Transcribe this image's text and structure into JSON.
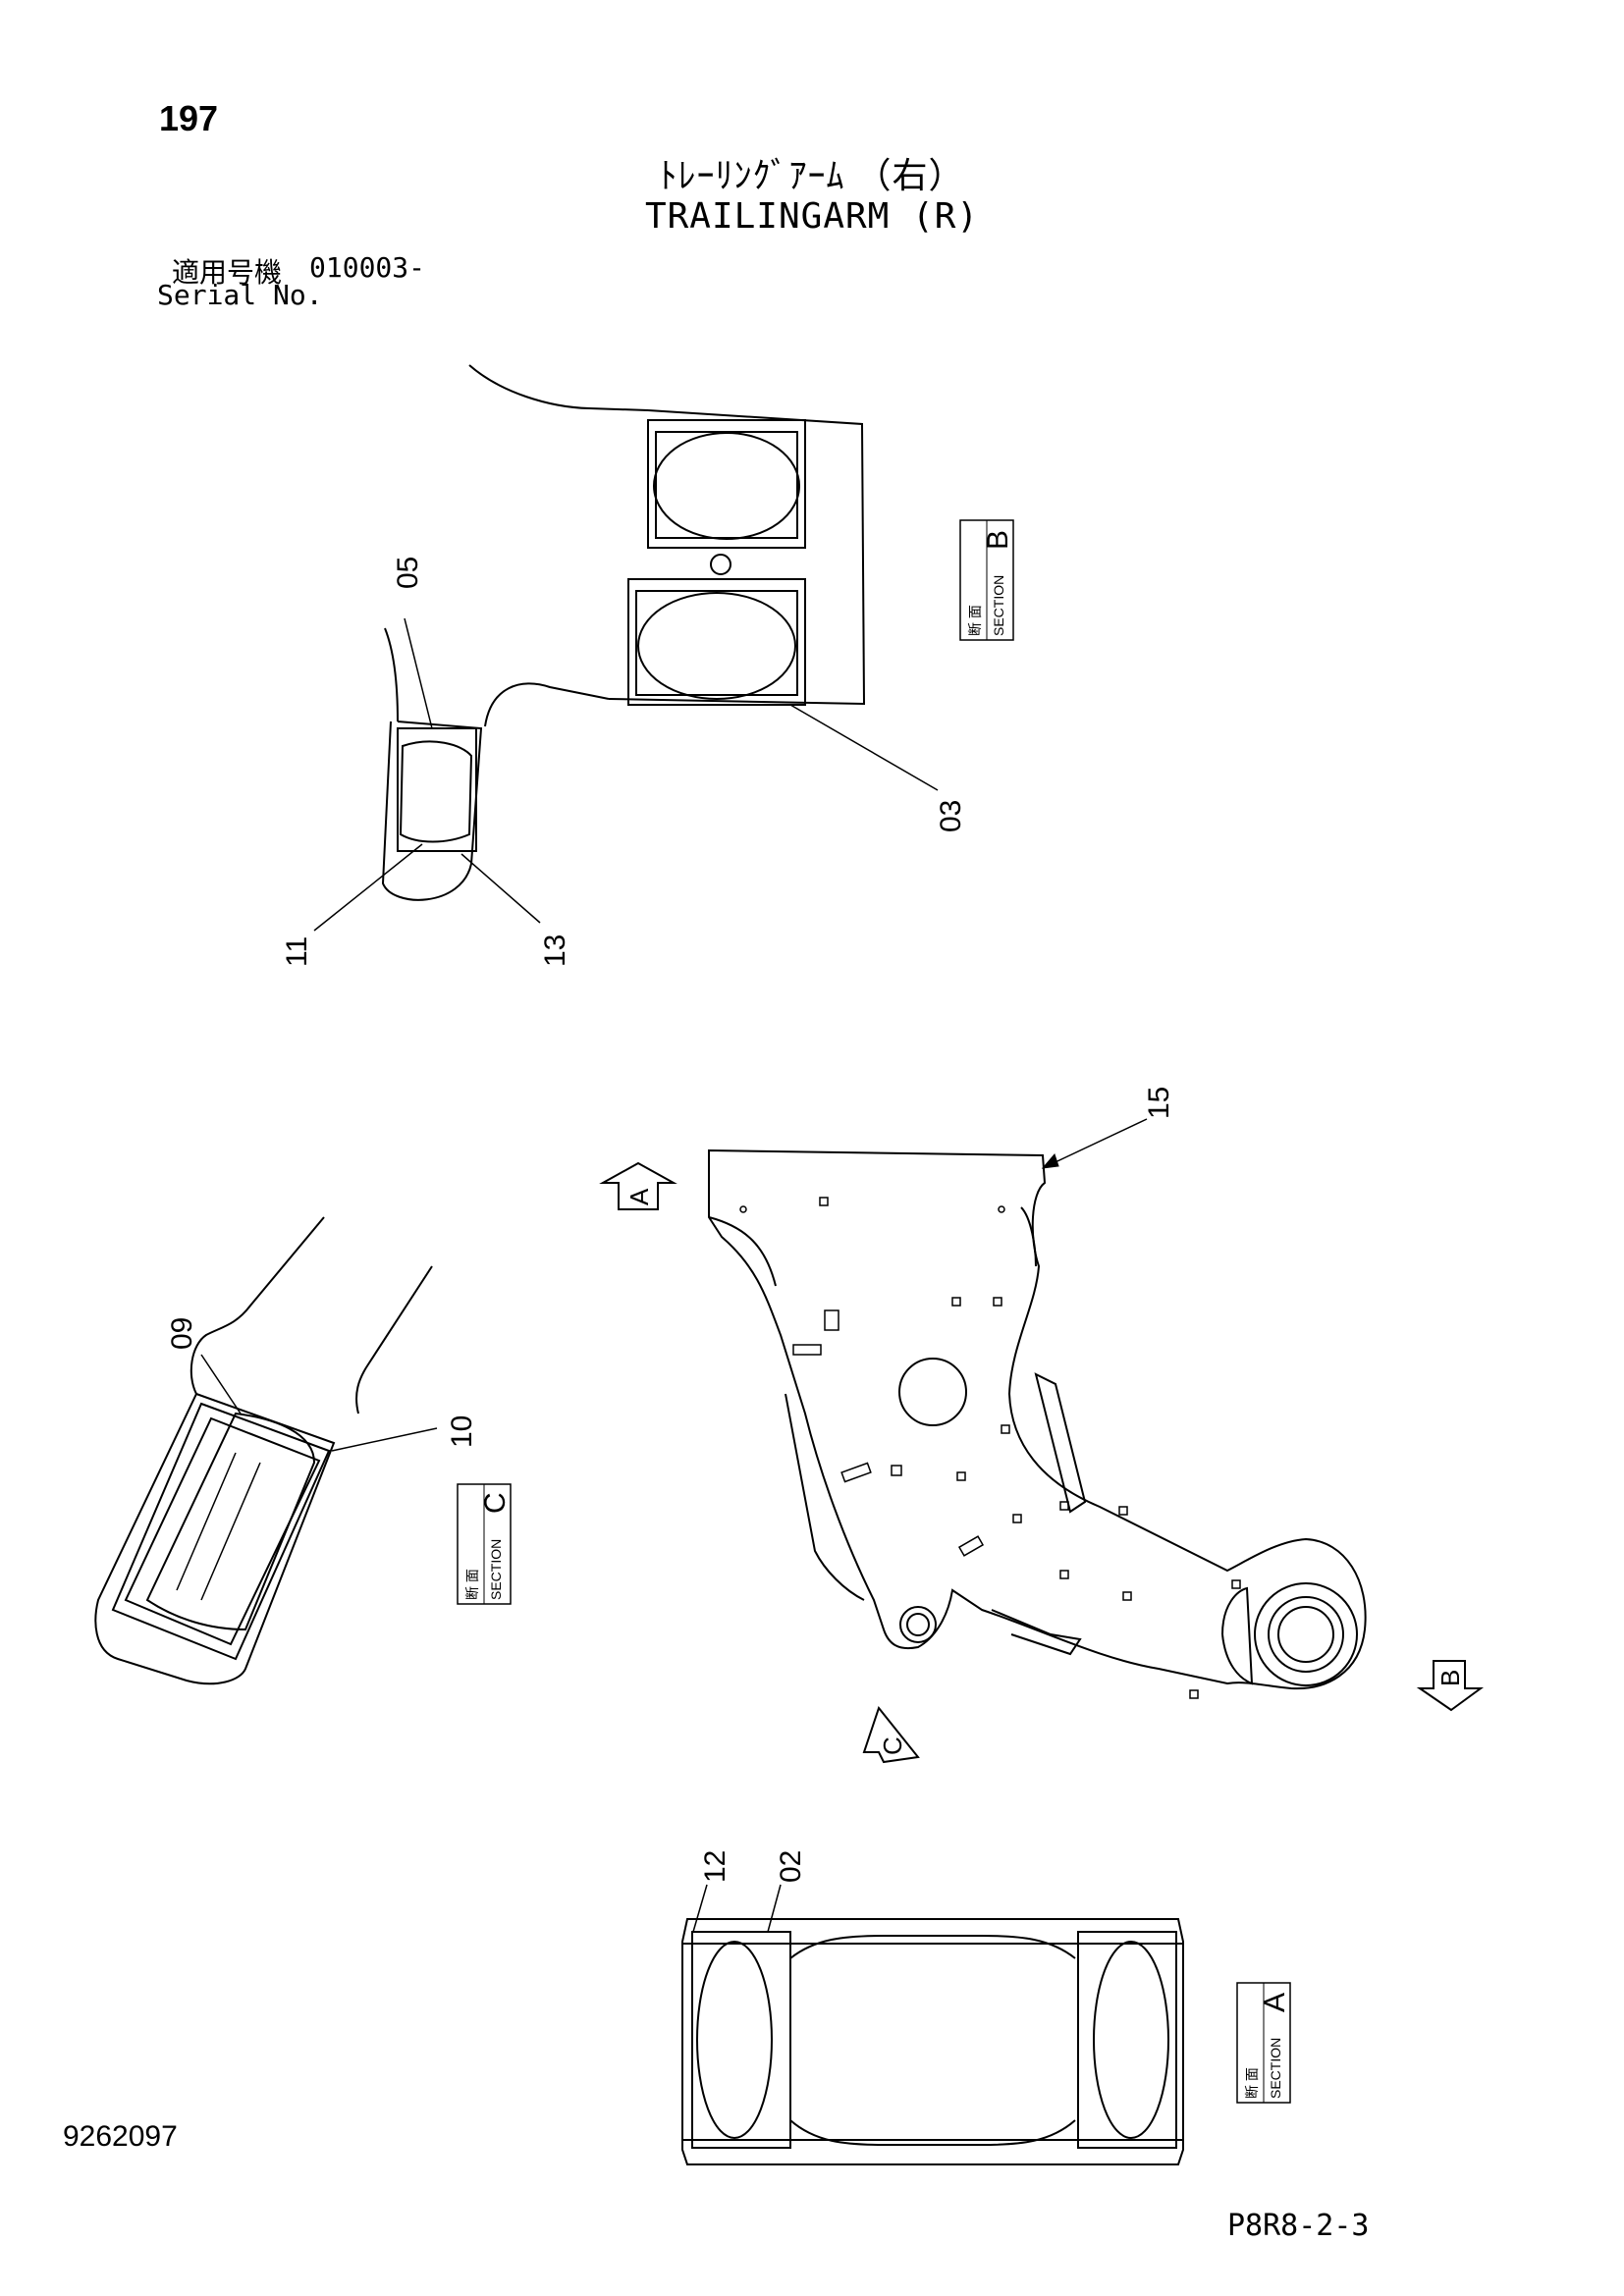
{
  "header": {
    "page_number": "197",
    "title_jp": "ﾄﾚｰﾘﾝｸﾞｱｰﾑ （右）",
    "title_en": "TRAILINGARM (R)",
    "serial_label_jp": "適用号機",
    "serial_value": "010003-",
    "serial_label_en": "Serial No."
  },
  "footer": {
    "drawing_number": "9262097",
    "sheet_code": "P8R8-2-3"
  },
  "section_tags": {
    "label_jp": "断 面",
    "label_en": "SECTION",
    "b": "B",
    "c": "C",
    "a": "A"
  },
  "view_markers": {
    "a": "A",
    "b": "B",
    "c": "C"
  },
  "callouts": {
    "c05": "05",
    "c03": "03",
    "c11": "11",
    "c13": "13",
    "c15": "15",
    "c09": "09",
    "c10": "10",
    "c12": "12",
    "c02": "02"
  }
}
